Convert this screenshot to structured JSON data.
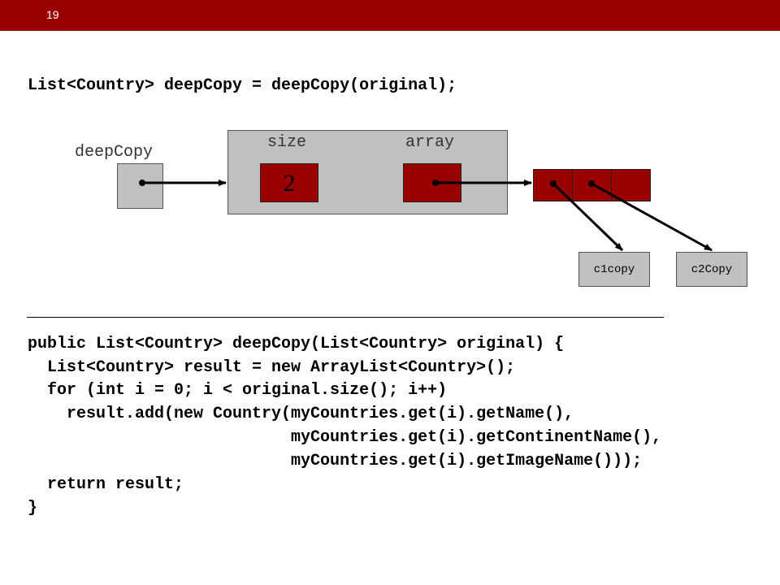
{
  "slide": {
    "number": "19"
  },
  "statement": "List<Country> deepCopy = deepCopy(original);",
  "diagram": {
    "var_label": "deepCopy",
    "field_size_label": "size",
    "field_array_label": "array",
    "size_value": "2",
    "object_labels": [
      "c1copy",
      "c2Copy"
    ]
  },
  "code": {
    "lines": [
      "public List<Country> deepCopy(List<Country> original) {",
      "  List<Country> result = new ArrayList<Country>();",
      "  for (int i = 0; i < original.size(); i++)",
      "    result.add(new Country(myCountries.get(i).getName(),",
      "                           myCountries.get(i).getContinentName(),",
      "                           myCountries.get(i).getImageName()));",
      "  return result;",
      "}"
    ]
  },
  "colors": {
    "accent": "#990000",
    "box_gray": "#c0c0c0"
  }
}
